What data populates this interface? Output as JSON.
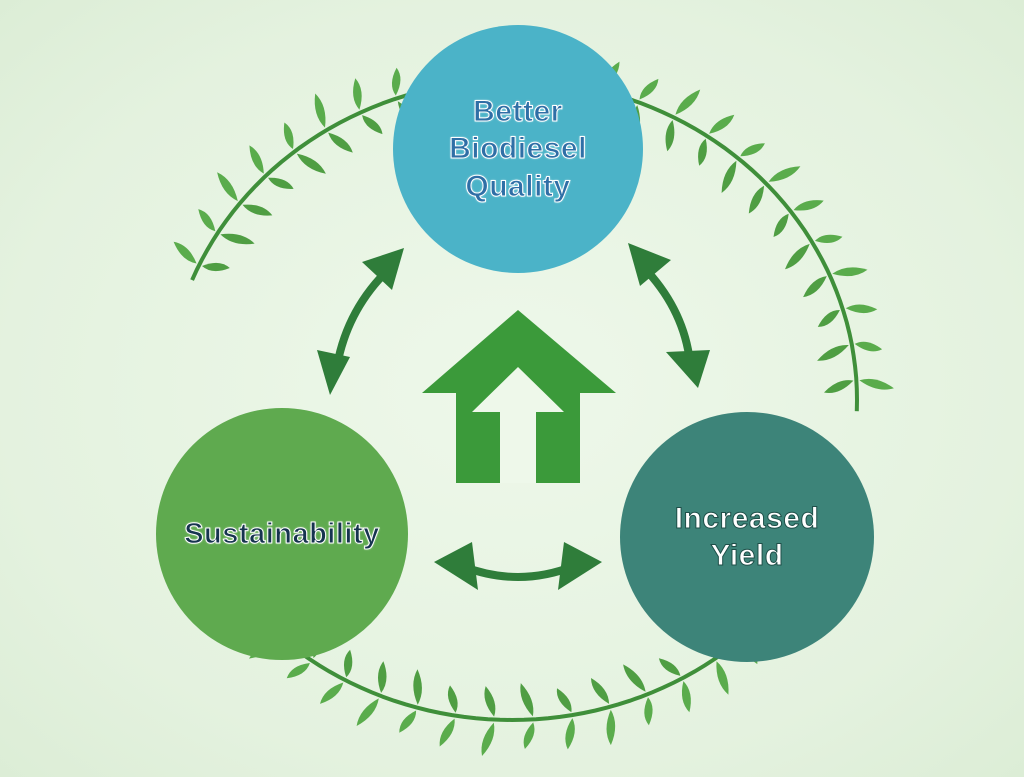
{
  "diagram": {
    "nodes": [
      {
        "id": "quality",
        "lines": [
          "Better",
          "Biodiesel Quality"
        ],
        "color": "#4bb3c8",
        "text_color": "#2f6fa6"
      },
      {
        "id": "sustainability",
        "lines": [
          "Sustainability"
        ],
        "color": "#5faa4f",
        "text_color": "#16344f"
      },
      {
        "id": "yield",
        "lines": [
          "Increased",
          "Yield"
        ],
        "color": "#3d8479",
        "text_color": "#ffffff"
      }
    ],
    "connections": [
      {
        "from": "quality",
        "to": "sustainability",
        "style": "double-arrow"
      },
      {
        "from": "quality",
        "to": "yield",
        "style": "double-arrow"
      },
      {
        "from": "sustainability",
        "to": "yield",
        "style": "double-arrow"
      }
    ],
    "center_icon": "house-up-arrow-icon",
    "decoration": "leaf-vine-wreath",
    "colors": {
      "background": "#e6f3e2",
      "vine": "#3f8f3a",
      "leaf": "#5aac4c",
      "arrow": "#2f7d3a",
      "house": "#3b9a3a"
    }
  }
}
